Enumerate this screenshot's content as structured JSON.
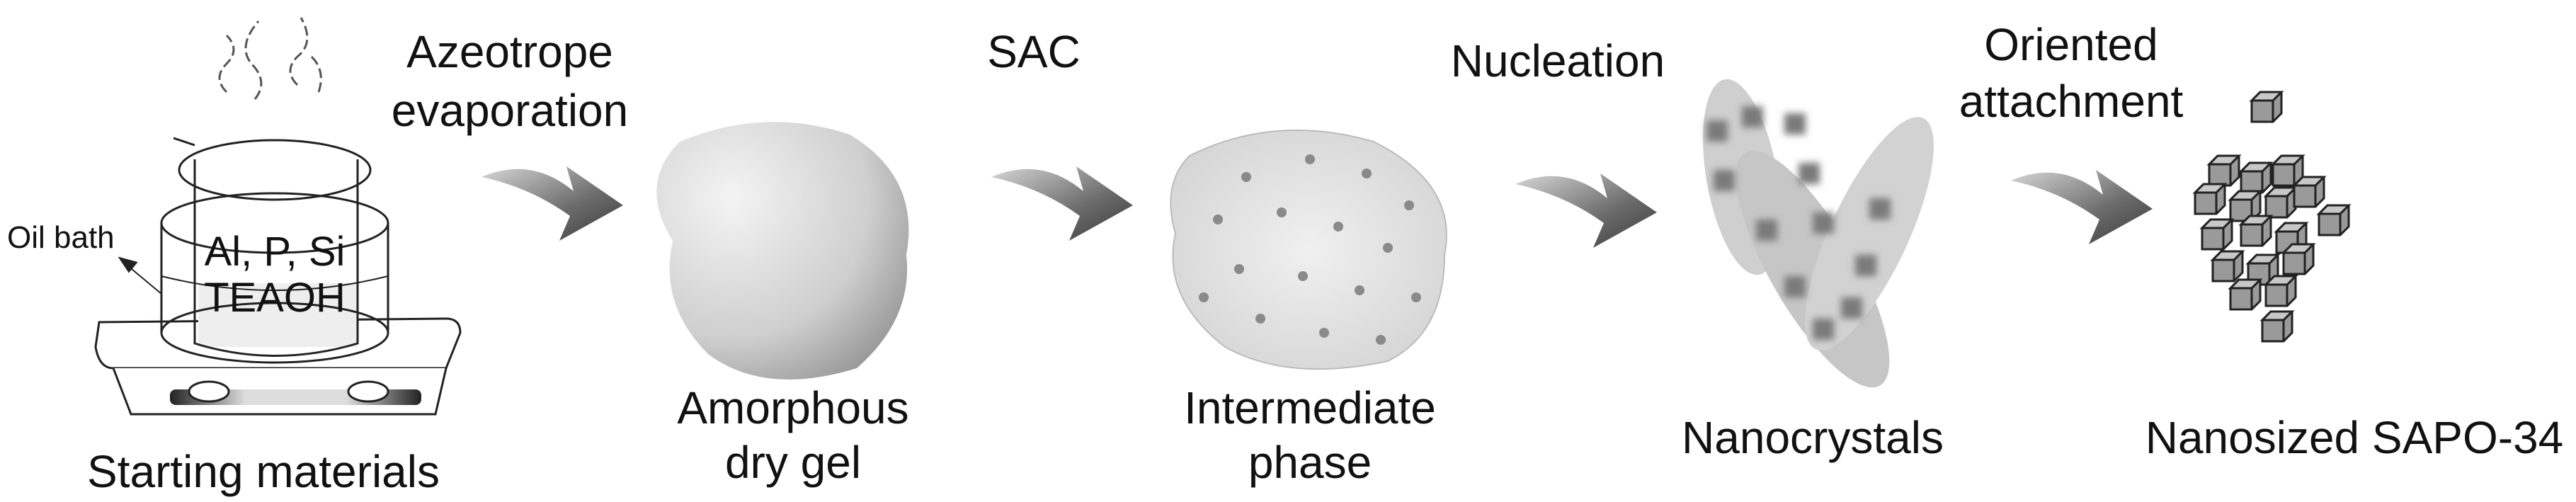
{
  "stages": [
    {
      "label": "Starting materials",
      "inner_lines": [
        "Al, P, Si",
        "TEAOH"
      ],
      "callout": "Oil bath"
    },
    {
      "label_lines": [
        "Amorphous",
        "dry gel"
      ]
    },
    {
      "label_lines": [
        "Intermediate",
        "phase"
      ]
    },
    {
      "label": "Nanocrystals"
    },
    {
      "label": "Nanosized SAPO-34"
    }
  ],
  "steps": [
    {
      "label_lines": [
        "Azeotrope",
        "evaporation"
      ]
    },
    {
      "label_lines": [
        "SAC"
      ]
    },
    {
      "label_lines": [
        "Nucleation"
      ]
    },
    {
      "label_lines": [
        "Oriented",
        "attachment"
      ]
    }
  ]
}
